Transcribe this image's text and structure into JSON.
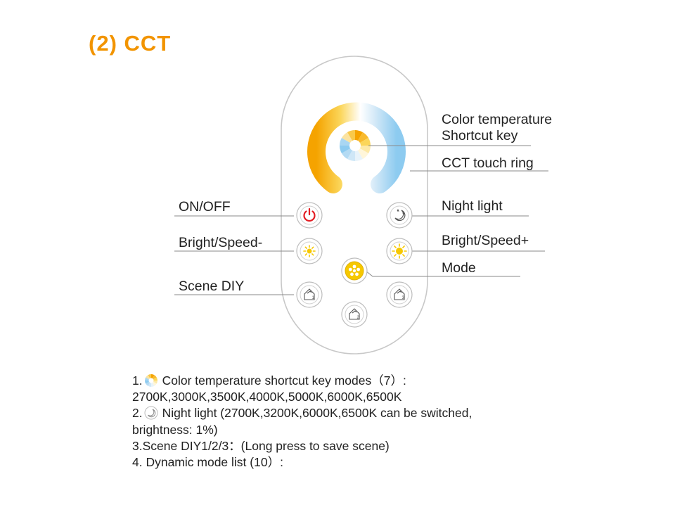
{
  "title": "(2) CCT",
  "colors": {
    "title": "#F29400",
    "warm": "#F5A300",
    "warm_light": "#FCEFC2",
    "cool": "#8DCBF0",
    "cool_light": "#E8F3FA",
    "power_red": "#E31E24",
    "mode_yellow": "#F6C800",
    "leader": "#8a8a8a",
    "body_outline": "#c8c8c8"
  },
  "callouts": {
    "color_temp_shortcut_line1": "Color temperature",
    "color_temp_shortcut_line2": "Shortcut key",
    "cct_touch_ring": "CCT touch ring",
    "on_off": "ON/OFF",
    "bright_speed_minus": "Bright/Speed-",
    "scene_diy": "Scene DIY",
    "night_light": "Night light",
    "bright_speed_plus": "Bright/Speed+",
    "mode": "Mode"
  },
  "buttons": [
    {
      "id": "power",
      "icon": "power-icon"
    },
    {
      "id": "night-light",
      "icon": "moon-icon"
    },
    {
      "id": "bright-minus",
      "icon": "sun-small-icon"
    },
    {
      "id": "bright-plus",
      "icon": "sun-large-icon"
    },
    {
      "id": "mode",
      "icon": "mode-icon"
    },
    {
      "id": "scene-1",
      "icon": "house-icon",
      "sub": "1"
    },
    {
      "id": "scene-2",
      "icon": "house-icon",
      "sub": "2"
    },
    {
      "id": "scene-3",
      "icon": "house-icon",
      "sub": "3"
    }
  ],
  "notes": {
    "n1_prefix": "1.",
    "n1_text": "Color temperature shortcut  key modes（7）:",
    "n1_values": "2700K,3000K,3500K,4000K,5000K,6000K,6500K",
    "n2_prefix": "2.",
    "n2_text": "Night light (2700K,3200K,6000K,6500K can be switched,",
    "n2_cont": "brightness: 1%)",
    "n3": "3.Scene DIY1/2/3：(Long press to save  scene)",
    "n4": "4. Dynamic mode  list (10）:"
  }
}
